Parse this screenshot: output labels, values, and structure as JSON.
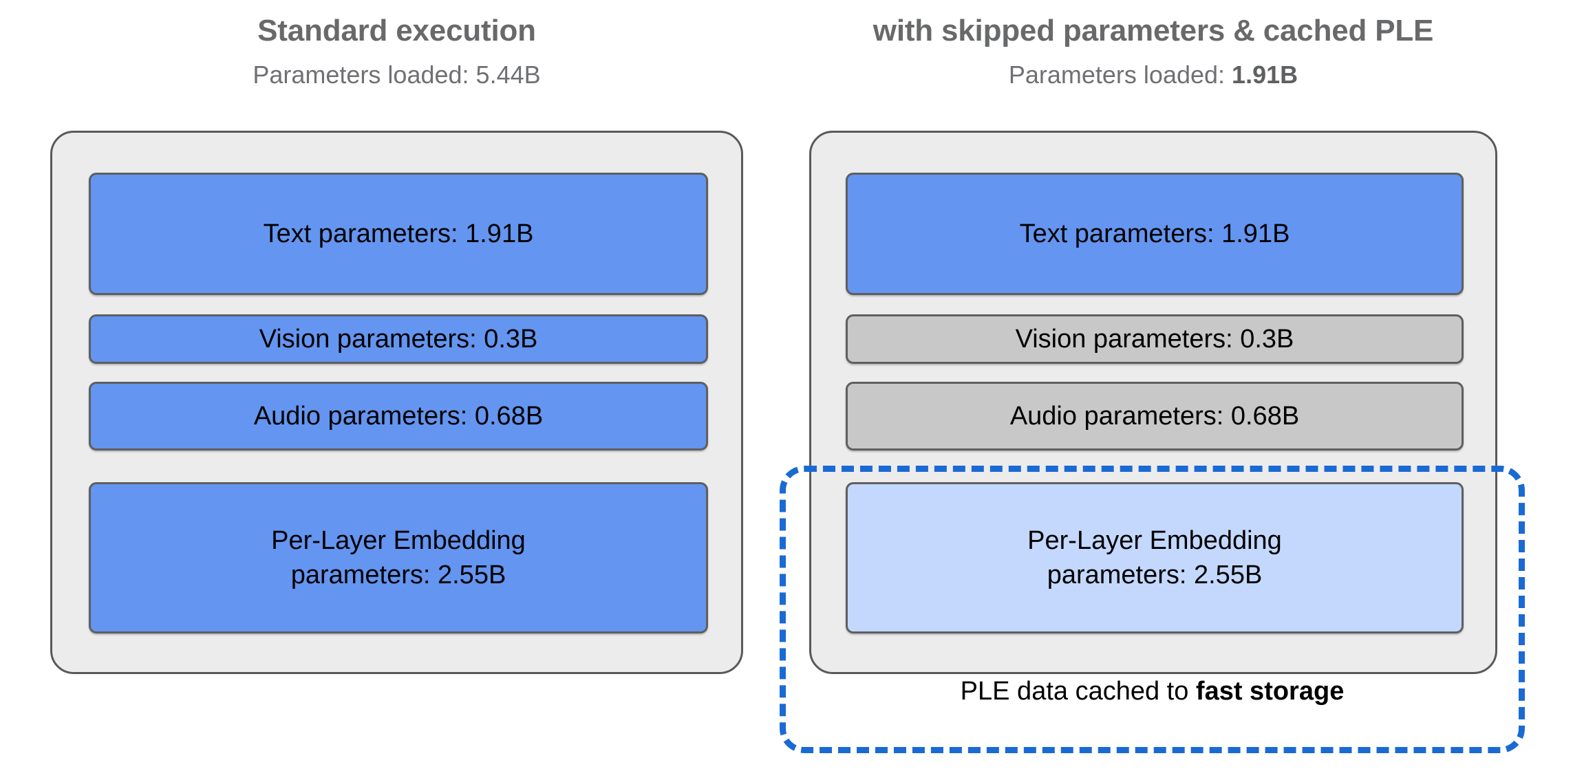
{
  "diagram": {
    "title_colors": {
      "heading": "#68696B",
      "subtitle": "#6F7073",
      "active_block": "#6495F0",
      "skipped_block": "#C8C8C8",
      "cached_block": "#C4D8FD",
      "cache_outline": "#1A6AD4",
      "container_fill": "#ECECEC",
      "container_border": "#58595B"
    },
    "columns": [
      {
        "id": "standard",
        "title": "Standard execution",
        "subtitle_prefix": "Parameters loaded: ",
        "subtitle_value": "5.44B",
        "subtitle_value_bold": false,
        "blocks": [
          {
            "id": "text",
            "label": "Text parameters: 1.91B",
            "state": "loaded"
          },
          {
            "id": "vision",
            "label": "Vision parameters: 0.3B",
            "state": "loaded"
          },
          {
            "id": "audio",
            "label": "Audio parameters: 0.68B",
            "state": "loaded"
          },
          {
            "id": "ple",
            "label": "Per-Layer Embedding\nparameters: 2.55B",
            "state": "loaded"
          }
        ]
      },
      {
        "id": "optimized",
        "title": "with skipped parameters & cached PLE",
        "subtitle_prefix": "Parameters loaded: ",
        "subtitle_value": "1.91B",
        "subtitle_value_bold": true,
        "blocks": [
          {
            "id": "text",
            "label": "Text parameters: 1.91B",
            "state": "loaded"
          },
          {
            "id": "vision",
            "label": "Vision parameters: 0.3B",
            "state": "skipped"
          },
          {
            "id": "audio",
            "label": "Audio parameters: 0.68B",
            "state": "skipped"
          },
          {
            "id": "ple",
            "label": "Per-Layer Embedding\nparameters: 2.55B",
            "state": "cached"
          }
        ]
      }
    ],
    "cache_caption_prefix": "PLE data cached to ",
    "cache_caption_emphasis": "fast storage"
  }
}
